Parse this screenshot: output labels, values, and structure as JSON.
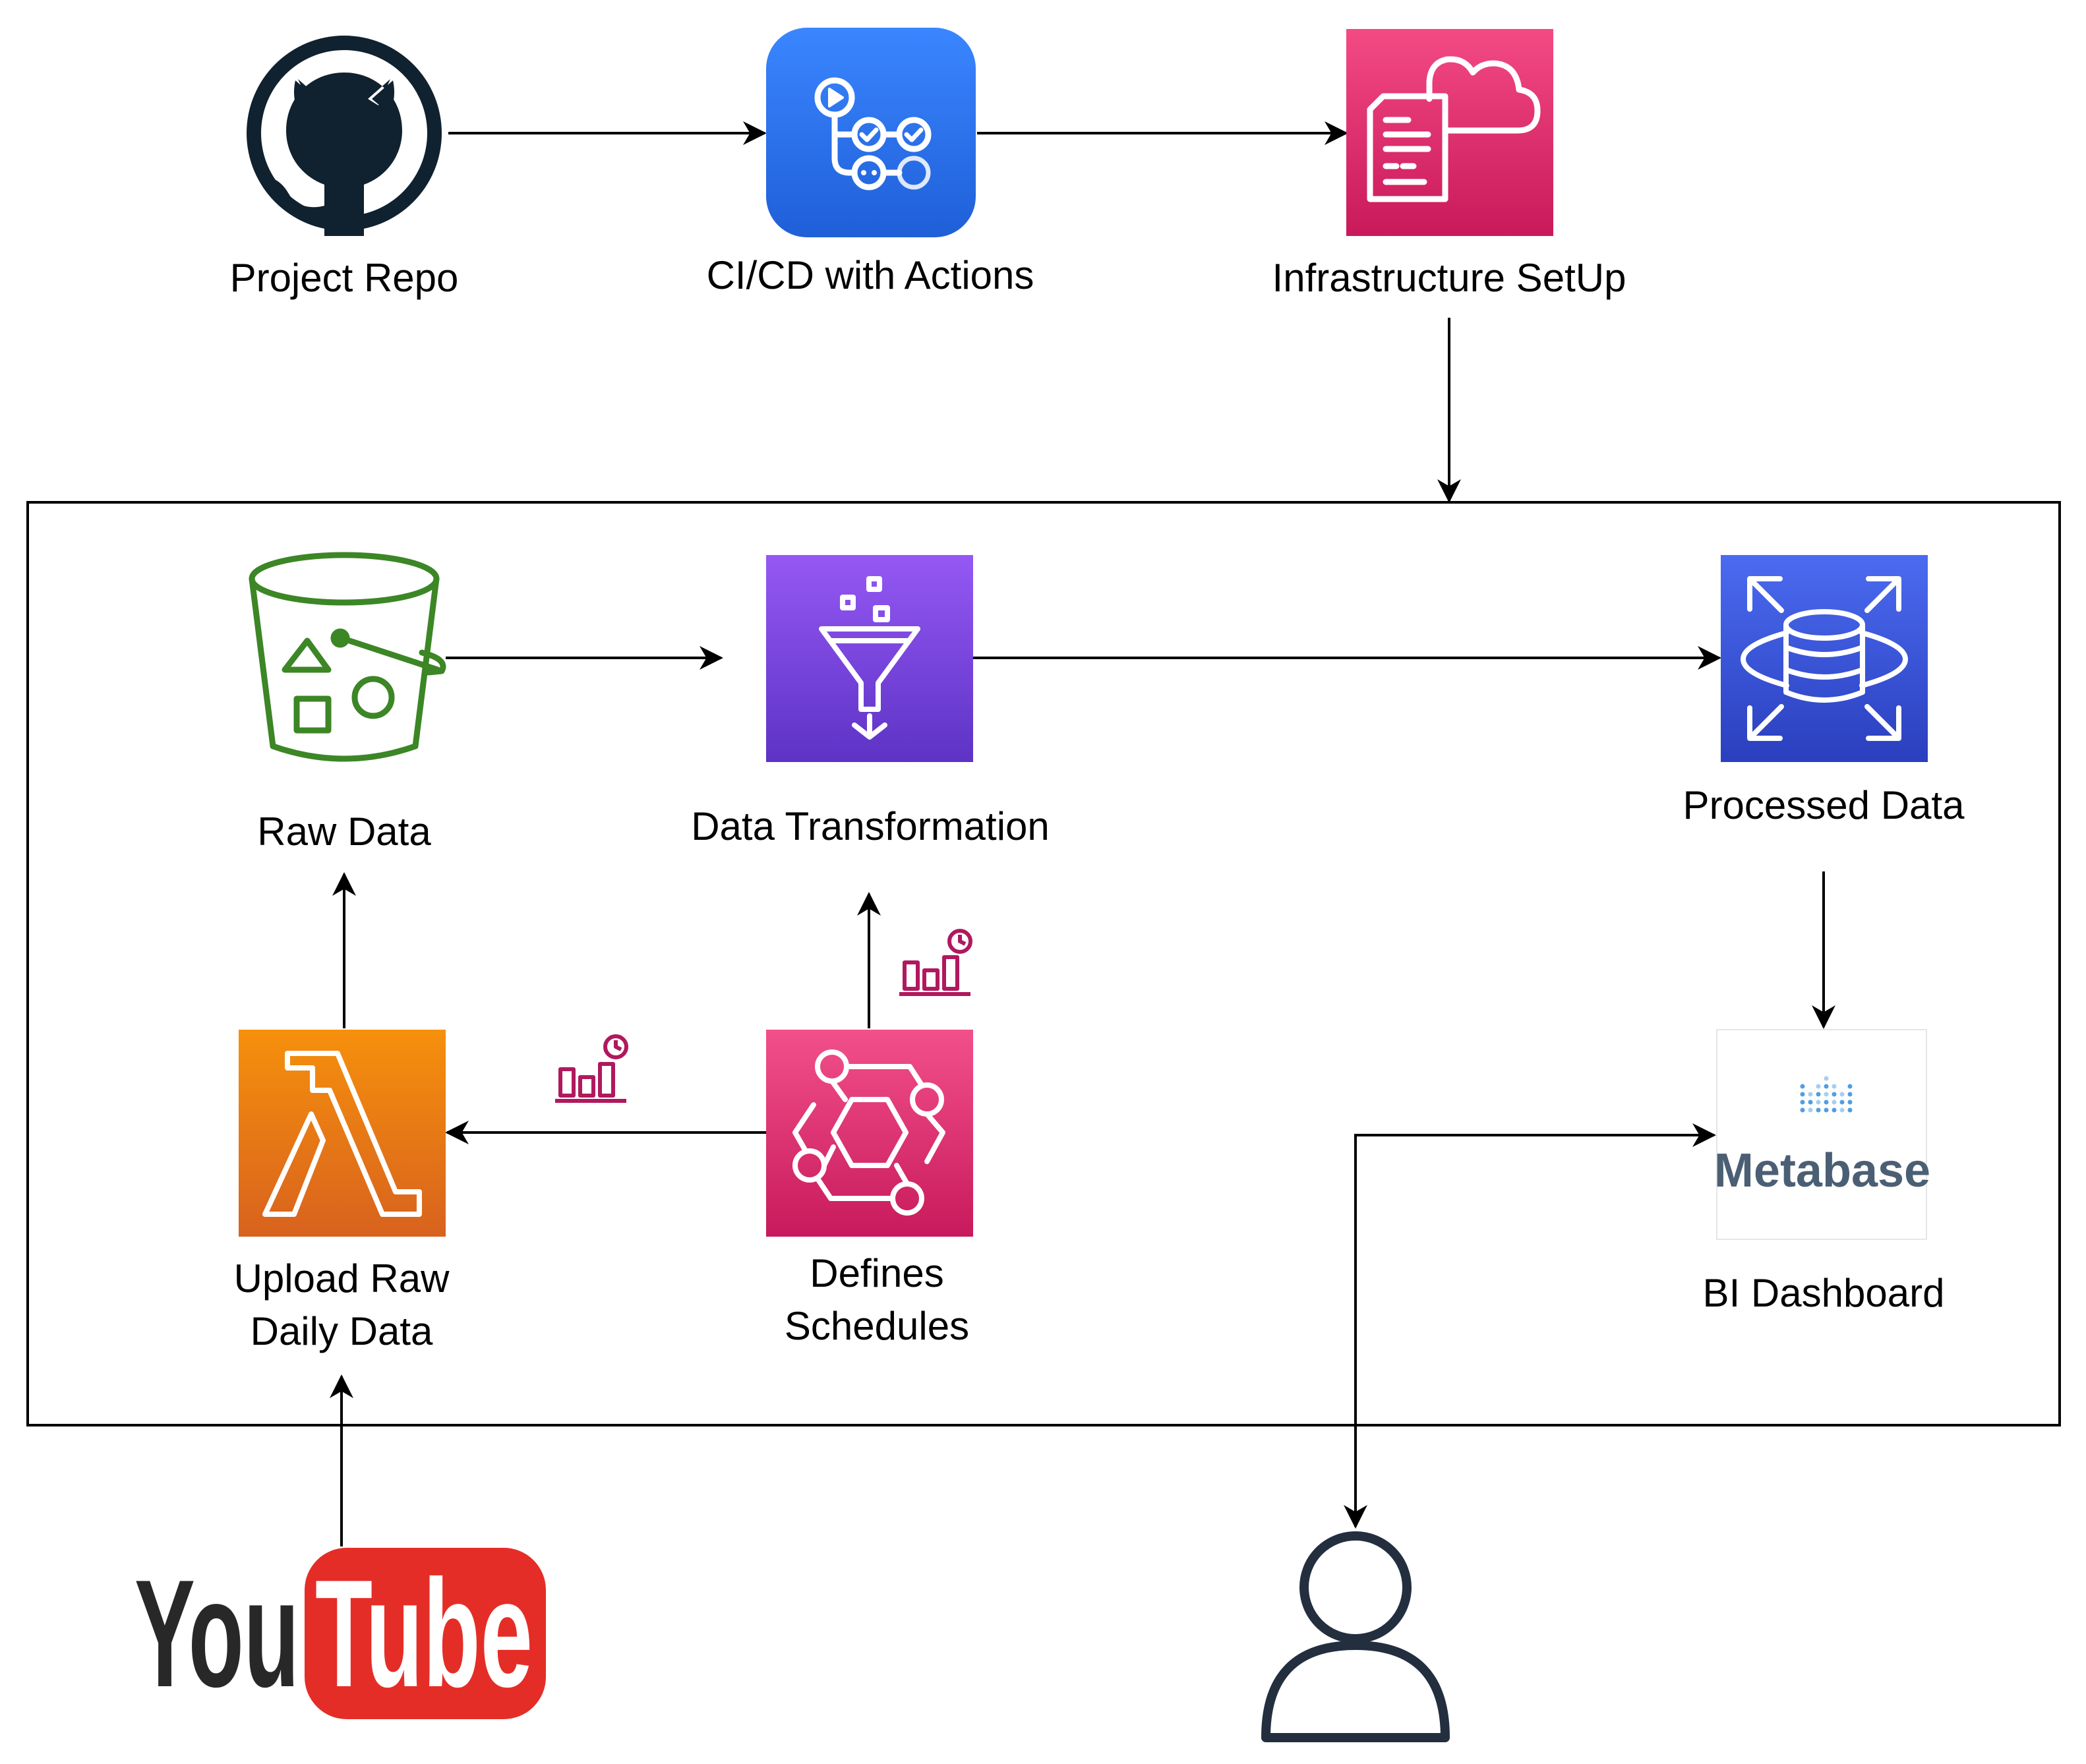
{
  "nodes": {
    "project_repo": {
      "label": "Project Repo",
      "icon": "github-icon"
    },
    "cicd": {
      "label": "CI/CD with Actions",
      "icon": "github-actions-icon"
    },
    "infra": {
      "label": "Infrastructure SetUp",
      "icon": "cloudformation-icon"
    },
    "raw_data": {
      "label": "Raw Data",
      "icon": "s3-bucket-icon"
    },
    "transform": {
      "label": "Data Transformation",
      "icon": "glue-icon"
    },
    "processed": {
      "label": "Processed Data",
      "icon": "rds-database-icon"
    },
    "upload": {
      "label_line1": "Upload Raw",
      "label_line2": "Daily Data",
      "icon": "lambda-icon"
    },
    "schedules": {
      "label_line1": "Defines",
      "label_line2": "Schedules",
      "icon": "eventbridge-icon"
    },
    "bi": {
      "label": "BI Dashboard",
      "icon": "metabase-icon",
      "logo_text": "Metabase"
    },
    "youtube": {
      "icon": "youtube-logo",
      "logo_you": "You",
      "logo_tube": "Tube"
    },
    "user": {
      "icon": "user-icon"
    }
  },
  "colors": {
    "github_dark": "#10212f",
    "actions_blue": "#2f77ef",
    "cloudformation_pink": "#e7336c",
    "s3_green": "#3c8626",
    "glue_purple": "#7a47e0",
    "rds_blue": "#3352d6",
    "lambda_orange": "#e8771a",
    "eventbridge_pink": "#e3336d",
    "schedule_icon": "#b0195e",
    "metabase_text": "#4b5f74",
    "youtube_red": "#e52d27",
    "user_dark": "#232f3e"
  }
}
